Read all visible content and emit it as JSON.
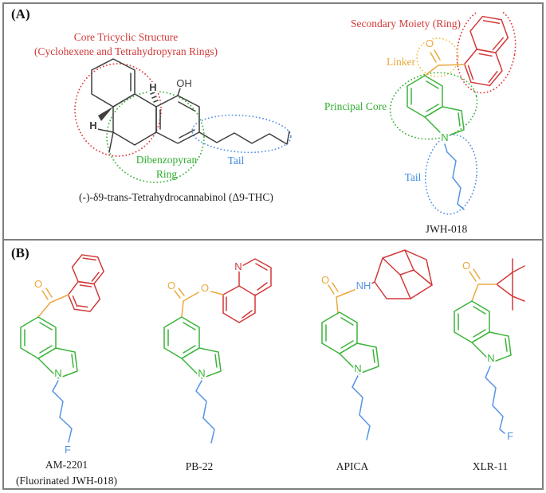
{
  "figure": {
    "panel_a_label": "(A)",
    "panel_b_label": "(B)",
    "thc": {
      "annotation_core_line1": "Core Tricyclic Structure",
      "annotation_core_line2": "(Cyclohexene and Tetrahydropyran Rings)",
      "annotation_ring_line1": "Dibenzopyran",
      "annotation_ring_line2": "Ring",
      "annotation_tail": "Tail",
      "caption": "(-)-δ9-trans-Tetrahydrocannabinol (Δ9-THC)",
      "atom_oh": "OH",
      "atom_h_top": "H",
      "atom_h_left": "H"
    },
    "jwh018": {
      "annotation_secondary": "Secondary Moiety (Ring)",
      "annotation_linker": "Linker",
      "annotation_core": "Principal Core",
      "annotation_tail": "Tail",
      "caption": "JWH-018",
      "atom_o": "O",
      "atom_n": "N"
    },
    "am2201": {
      "caption_line1": "AM-2201",
      "caption_line2": "(Fluorinated JWH-018)",
      "atom_o": "O",
      "atom_n": "N",
      "atom_f": "F"
    },
    "pb22": {
      "caption": "PB-22",
      "atom_o_carbonyl": "O",
      "atom_o_ester": "O",
      "atom_n_quinoline": "N",
      "atom_n": "N"
    },
    "apica": {
      "caption": "APICA",
      "atom_o": "O",
      "atom_nh": "NH",
      "atom_n": "N"
    },
    "xlr11": {
      "caption": "XLR-11",
      "atom_o": "O",
      "atom_n": "N",
      "atom_f": "F"
    }
  },
  "colors": {
    "secondary_moiety_red": "#d23939",
    "principal_core_green": "#3cb43c",
    "tail_blue": "#5494e4",
    "linker_gold": "#eca83e",
    "structure_ink": "#3f3f3f",
    "frame_gray": "#7f7f7f"
  }
}
